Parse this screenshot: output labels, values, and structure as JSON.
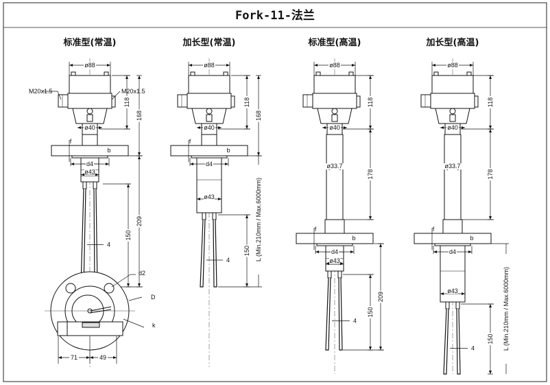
{
  "title": "Fork-11-法兰",
  "columns": [
    {
      "heading": "标准型(常温)",
      "dia_head": "ø88",
      "dia_neck": "ø40",
      "d4": "d4",
      "dia_adapter": "ø43",
      "h1": "118",
      "h2": "168",
      "h3": "209",
      "fork_len": "150",
      "tine_gap": "4",
      "thread_left": "M20x1.5",
      "thread_right": "M20x1.5",
      "flange_f": "f",
      "flange_b": "b"
    },
    {
      "heading": "加长型(常温)",
      "dia_head": "ø88",
      "dia_neck": "ø40",
      "d4": "d4",
      "dia_adapter": "ø43",
      "h1": "118",
      "h2": "168",
      "length": "L (Min.210mm / Max.6000mm)",
      "fork_len": "150",
      "tine_gap": "4",
      "flange_f": "f",
      "flange_b": "b"
    },
    {
      "heading": "标准型(高温)",
      "dia_head": "ø88",
      "dia_neck": "ø40",
      "dia_tube": "ø33.7",
      "d4": "d4",
      "dia_adapter": "ø43",
      "h1": "118",
      "h2": "178",
      "h3": "209",
      "fork_len": "150",
      "tine_gap": "4",
      "flange_f": "f",
      "flange_b": "b"
    },
    {
      "heading": "加长型(高温)",
      "dia_head": "ø88",
      "dia_neck": "ø40",
      "dia_tube": "ø33.7",
      "d4": "d4",
      "dia_adapter": "ø43",
      "h1": "118",
      "h2": "178",
      "length": "L (Min.210mm / Max.6000mm)",
      "fork_len": "150",
      "tine_gap": "4",
      "flange_f": "f",
      "flange_b": "b"
    }
  ],
  "top_view": {
    "d2": "d2",
    "D": "D",
    "k": "k",
    "w_left": "71",
    "w_right": "49"
  }
}
